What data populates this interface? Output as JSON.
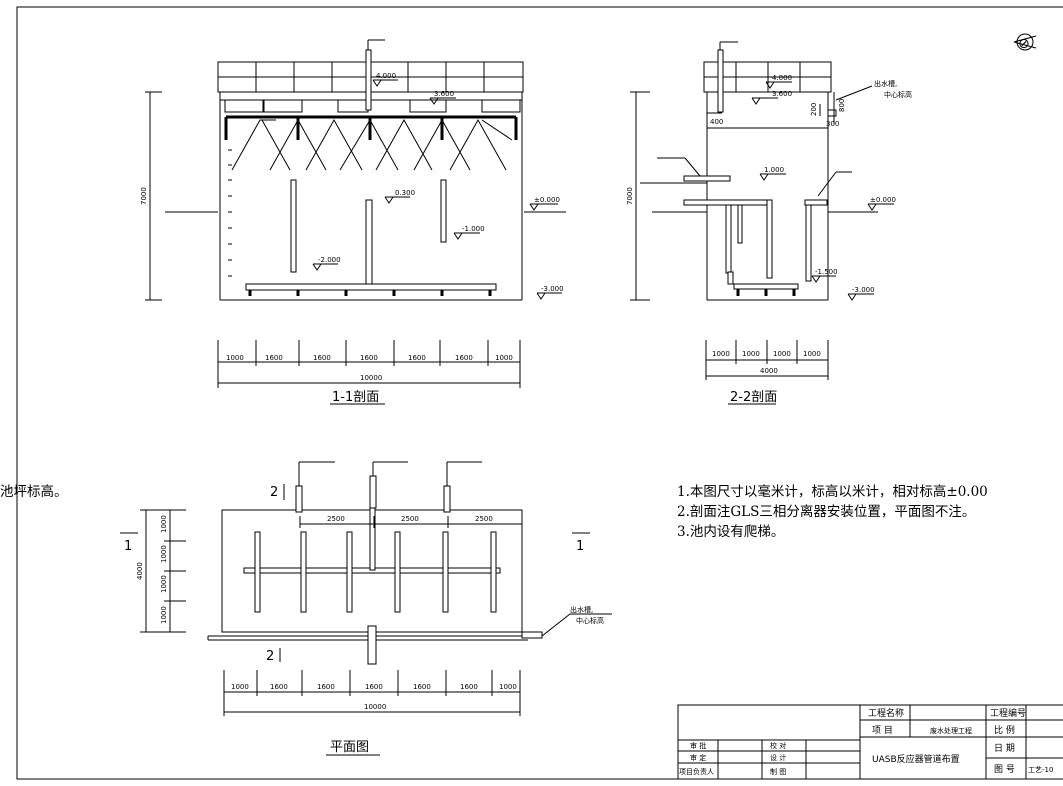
{
  "north_symbol": "⊘",
  "section11": {
    "title": "1-1剖面",
    "height_dim": "7000",
    "elevations": [
      "4.000",
      "3.600",
      "0.300",
      "-1.000",
      "-2.000",
      "±0.000",
      "-3.000"
    ],
    "dims": [
      "1000",
      "1600",
      "1600",
      "1600",
      "1600",
      "1600",
      "1000"
    ],
    "total": "10000"
  },
  "section22": {
    "title": "2-2剖面",
    "height_dim": "7000",
    "elevations": [
      "4.000",
      "3.600",
      "1.000",
      "±0.000",
      "-1.500",
      "-3.000"
    ],
    "small_dims": [
      "400",
      "300",
      "800",
      "200"
    ],
    "outlet_label": "出水槽,",
    "outlet_sub": "中心标高",
    "dims": [
      "1000",
      "1000",
      "1000",
      "1000"
    ],
    "total": "4000"
  },
  "plan": {
    "title": "平面图",
    "top_dims": [
      "2500",
      "2500",
      "2500"
    ],
    "left_total": "4000",
    "left_dims": [
      "1000",
      "1000",
      "1000",
      "1000"
    ],
    "section_marks": [
      "1",
      "1",
      "2",
      "2"
    ],
    "outlet_label": "出水槽,",
    "outlet_sub": "中心标高",
    "dims": [
      "1000",
      "1600",
      "1600",
      "1600",
      "1600",
      "1600",
      "1000"
    ],
    "total": "10000"
  },
  "left_cut_text": "池坪标高。",
  "notes": [
    "1.本图尺寸以毫米计，标高以米计，相对标高±0.00",
    "2.剖面注GLS三相分离器安装位置，平面图不注。",
    "3.池内设有爬梯。"
  ],
  "title_block": {
    "project_name_label": "工程名称",
    "project_no_label": "工程编号",
    "item_label": "项  目",
    "item_value": "废水处理工程",
    "scale_label": "比  例",
    "approve": "审  批",
    "check": "校  对",
    "date_label": "日  期",
    "verify": "审  定",
    "design": "设  计",
    "drawing_title": "UASB反应器管道布置",
    "leader": "项目负责人",
    "draw": "制  图",
    "drawing_no_label": "图  号",
    "drawing_no": "工艺-10"
  }
}
